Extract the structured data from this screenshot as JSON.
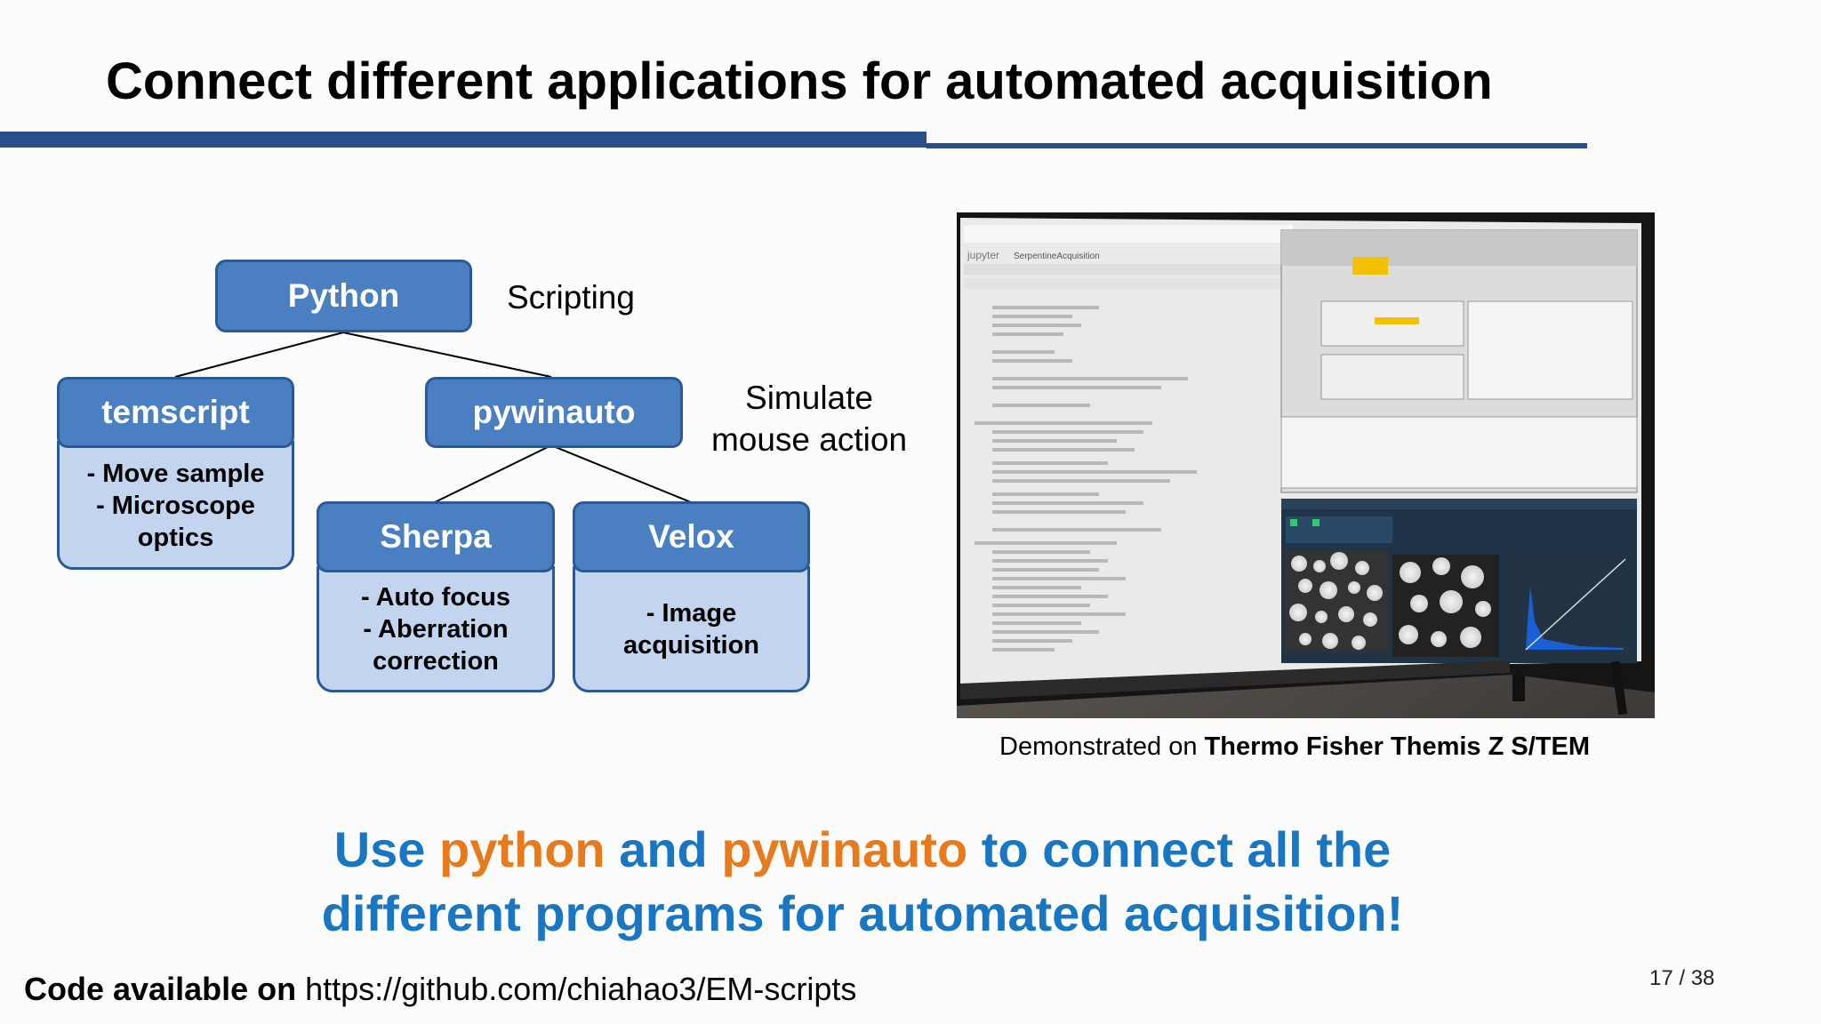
{
  "slide": {
    "title": "Connect different applications for automated acquisition",
    "page_number": "17 / 38"
  },
  "diagram": {
    "python": {
      "label": "Python",
      "note": "Scripting"
    },
    "temscript": {
      "label": "temscript",
      "items": [
        "- Move sample",
        "- Microscope",
        "optics"
      ]
    },
    "pywinauto": {
      "label": "pywinauto",
      "note_line1": "Simulate",
      "note_line2": "mouse action"
    },
    "sherpa": {
      "label": "Sherpa",
      "items": [
        "- Auto focus",
        "- Aberration",
        "correction"
      ]
    },
    "velox": {
      "label": "Velox",
      "items": [
        "- Image",
        "acquisition"
      ]
    }
  },
  "photo": {
    "jupyter_label": "jupyter",
    "notebook_name": "SerpentineAcquisition",
    "caption_prefix": "Demonstrated on",
    "caption_bold": "Thermo Fisher Themis Z S/TEM"
  },
  "highlight": {
    "part1": "Use ",
    "part2": "python",
    "part3": " and ",
    "part4": "pywinauto",
    "part5": " to connect all the",
    "line2": "different programs for automated acquisition!"
  },
  "footer": {
    "code_label": "Code available on",
    "url": "https://github.com/chiahao3/EM-scripts"
  }
}
